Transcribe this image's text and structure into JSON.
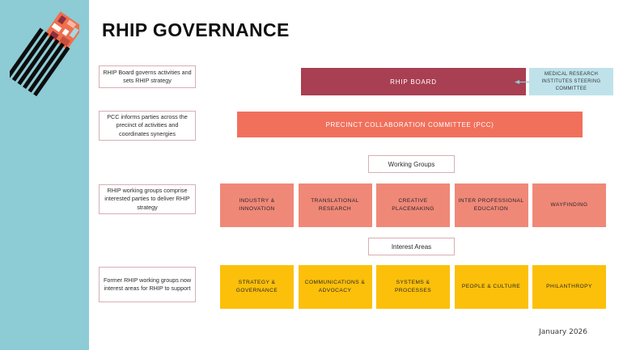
{
  "slide": {
    "title": "RHIP GOVERNANCE",
    "date": "January 2026"
  },
  "colors": {
    "sidebar": "#8dcbd5",
    "board": "#a93f52",
    "pcc": "#f0705c",
    "working_group": "#f08878",
    "interest_area": "#fcc00a",
    "steering": "#bfe2ea",
    "note_border": "#d8aeb4"
  },
  "notes": [
    {
      "text": "RHIP Board governs activities and sets RHIP strategy"
    },
    {
      "text": "PCC informs parties across the precinct of activities and coordinates synergies"
    },
    {
      "text": "RHIP working groups comprise interested parties to deliver RHIP strategy"
    },
    {
      "text": "Former RHIP working groups now interest areas for RHIP to support"
    }
  ],
  "board": {
    "label": "RHIP BOARD"
  },
  "steering_committee": {
    "label": "MEDICAL RESEARCH INSTITUTES STEERING COMMITTEE"
  },
  "pcc": {
    "label": "PRECINCT COLLABORATION COMMITTEE (PCC)"
  },
  "working_groups": {
    "label": "Working Groups",
    "items": [
      {
        "label": "INDUSTRY & INNOVATION"
      },
      {
        "label": "TRANSLATIONAL RESEARCH"
      },
      {
        "label": "CREATIVE PLACEMAKING"
      },
      {
        "label": "INTER PROFESSIONAL EDUCATION"
      },
      {
        "label": "WAYFINDING"
      }
    ]
  },
  "interest_areas": {
    "label": "Interest Areas",
    "items": [
      {
        "label": "STRATEGY & GOVERNANCE"
      },
      {
        "label": "COMMUNICATIONS & ADVOCACY"
      },
      {
        "label": "SYSTEMS & PROCESSES"
      },
      {
        "label": "PEOPLE & CULTURE"
      },
      {
        "label": "PHILANTHROPY"
      }
    ]
  }
}
